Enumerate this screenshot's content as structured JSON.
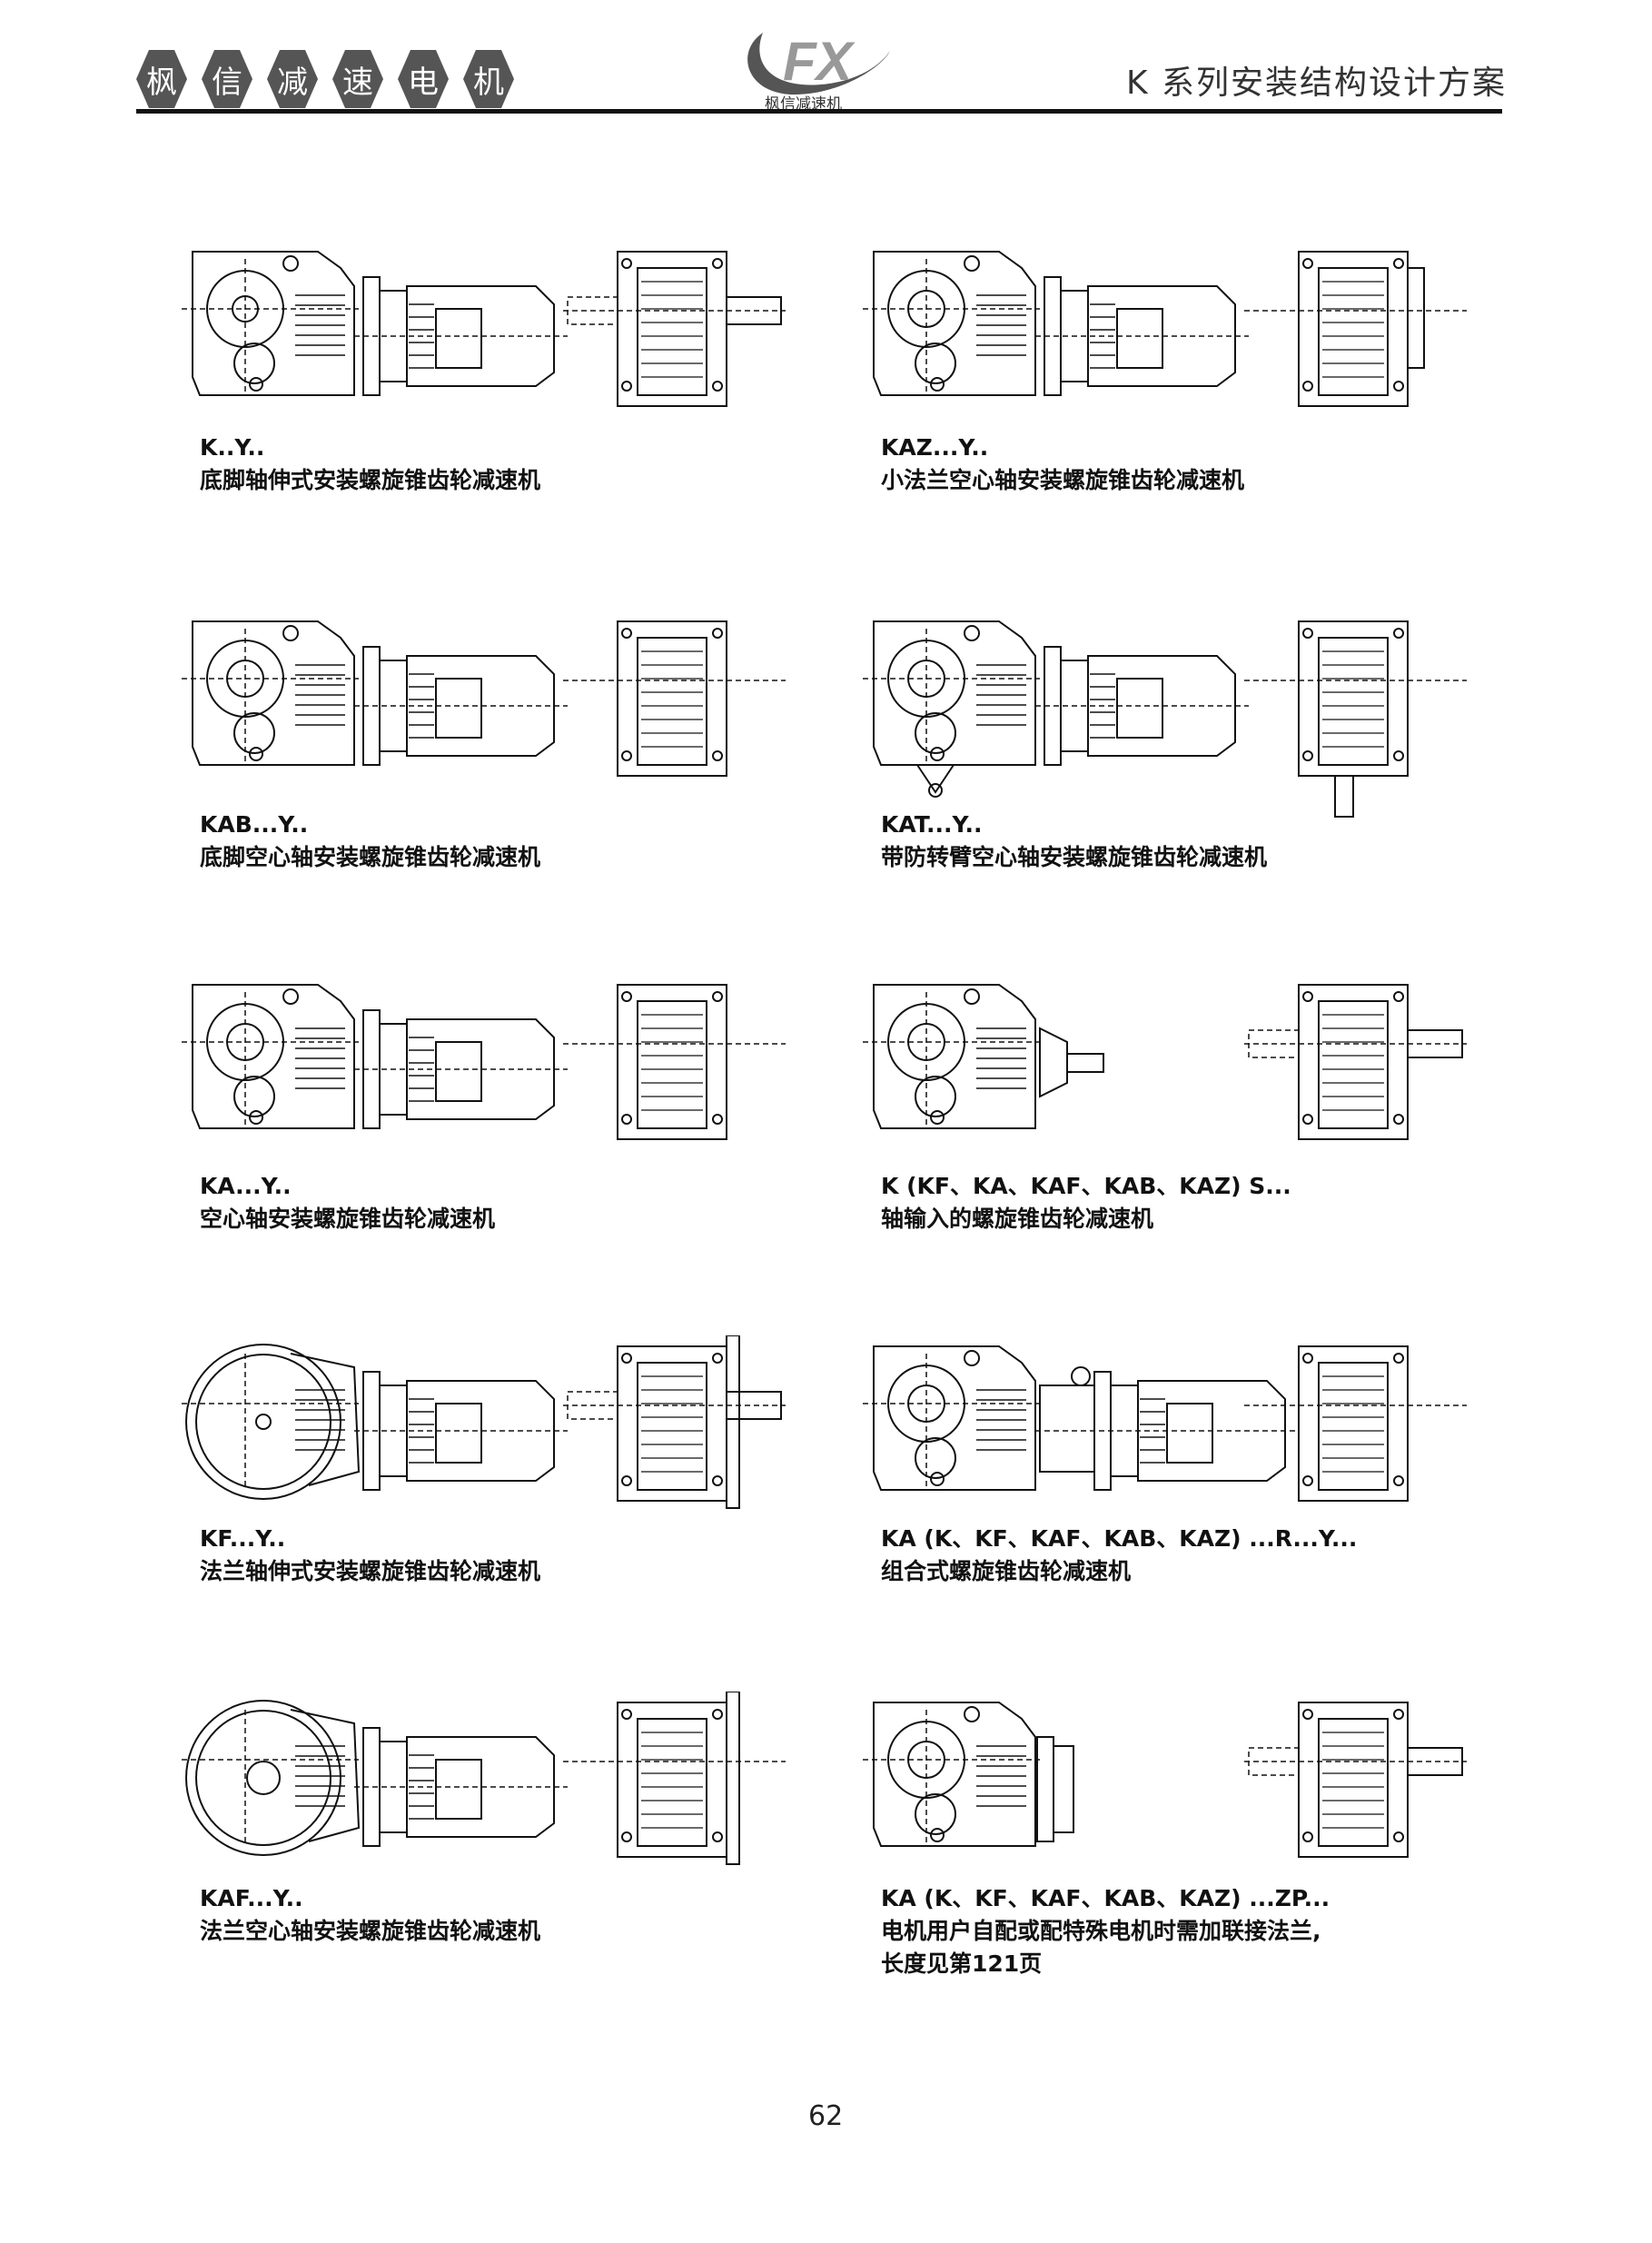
{
  "header": {
    "brand_chars": [
      "枫",
      "信",
      "减",
      "速",
      "电",
      "机"
    ],
    "logo_letters": "FX",
    "logo_caption": "枫信减速机",
    "title": "K 系列安装结构设计方案"
  },
  "items": [
    {
      "code": "K..Y..",
      "desc": [
        "底脚轴伸式安装螺旋锥齿轮减速机"
      ],
      "variant": "foot-shaft"
    },
    {
      "code": "KAZ...Y..",
      "desc": [
        "小法兰空心轴安装螺旋锥齿轮减速机"
      ],
      "variant": "small-flange"
    },
    {
      "code": "KAB...Y..",
      "desc": [
        "底脚空心轴安装螺旋锥齿轮减速机"
      ],
      "variant": "foot-hollow"
    },
    {
      "code": "KAT...Y..",
      "desc": [
        "带防转臂空心轴安装螺旋锥齿轮减速机"
      ],
      "variant": "torque-arm"
    },
    {
      "code": "KA...Y..",
      "desc": [
        "空心轴安装螺旋锥齿轮减速机"
      ],
      "variant": "hollow"
    },
    {
      "code": "K (KF、KA、KAF、KAB、KAZ) S...",
      "desc": [
        "轴输入的螺旋锥齿轮减速机"
      ],
      "variant": "shaft-input"
    },
    {
      "code": "KF...Y..",
      "desc": [
        "法兰轴伸式安装螺旋锥齿轮减速机"
      ],
      "variant": "flange-shaft"
    },
    {
      "code": "KA (K、KF、KAF、KAB、KAZ) ...R...Y...",
      "desc": [
        "组合式螺旋锥齿轮减速机"
      ],
      "variant": "combined"
    },
    {
      "code": "KAF...Y..",
      "desc": [
        "法兰空心轴安装螺旋锥齿轮减速机"
      ],
      "variant": "flange-hollow"
    },
    {
      "code": "KA (K、KF、KAF、KAB、KAZ) ...ZP...",
      "desc": [
        "电机用户自配或配特殊电机时需加联接法兰,",
        "长度见第121页"
      ],
      "variant": "adapter"
    }
  ],
  "page_number": "62"
}
